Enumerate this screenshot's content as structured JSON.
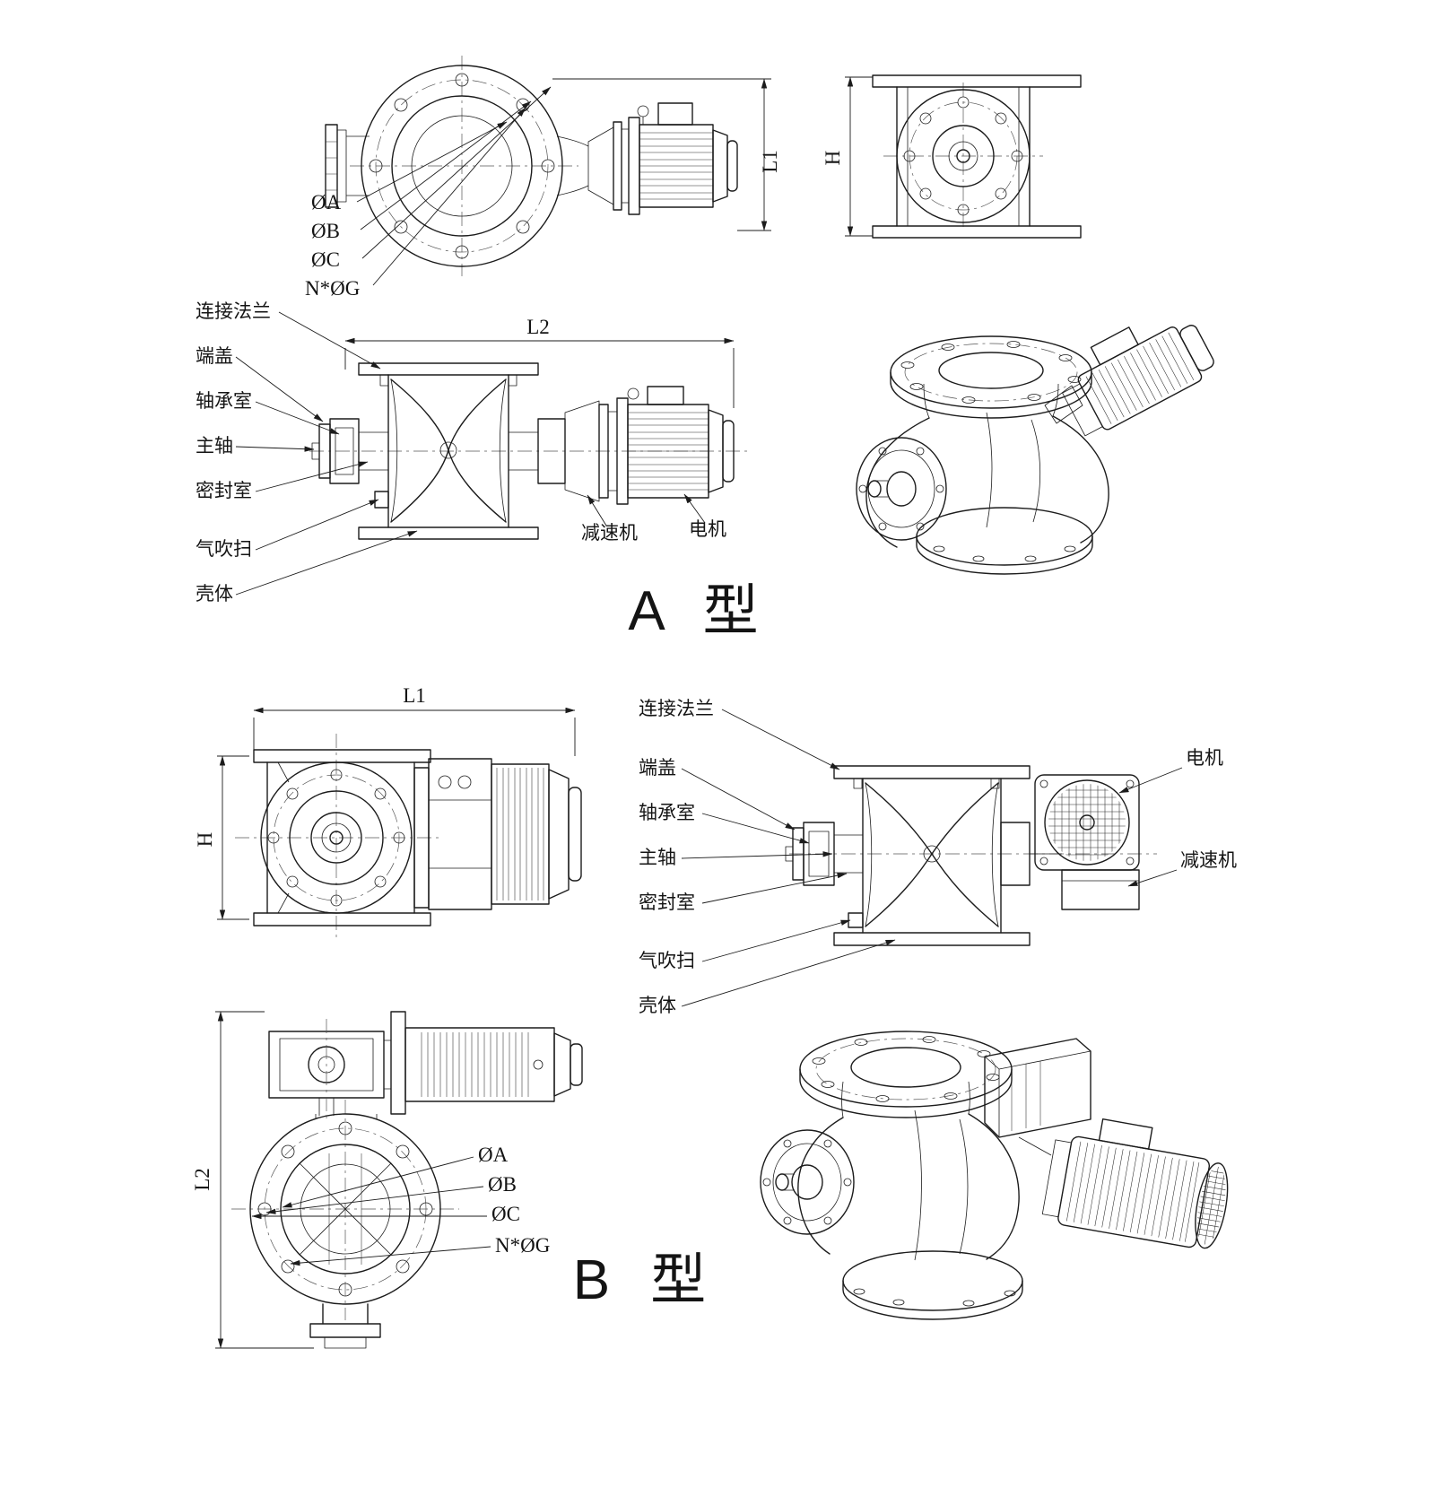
{
  "type_a": {
    "title": "A 型",
    "dim_l1": "L1",
    "dim_l2": "L2",
    "dim_h": "H",
    "dia_a": "ØA",
    "dia_b": "ØB",
    "dia_c": "ØC",
    "dia_g": "N*ØG",
    "parts": [
      "连接法兰",
      "端盖",
      "轴承室",
      "主轴",
      "密封室",
      "气吹扫",
      "壳体"
    ],
    "reducer": "减速机",
    "motor": "电机"
  },
  "type_b": {
    "title": "B 型",
    "dim_l1": "L1",
    "dim_l2": "L2",
    "dim_h": "H",
    "dia_a": "ØA",
    "dia_b": "ØB",
    "dia_c": "ØC",
    "dia_g": "N*ØG",
    "parts": [
      "连接法兰",
      "端盖",
      "轴承室",
      "主轴",
      "密封室",
      "气吹扫",
      "壳体"
    ],
    "reducer": "减速机",
    "motor": "电机"
  }
}
